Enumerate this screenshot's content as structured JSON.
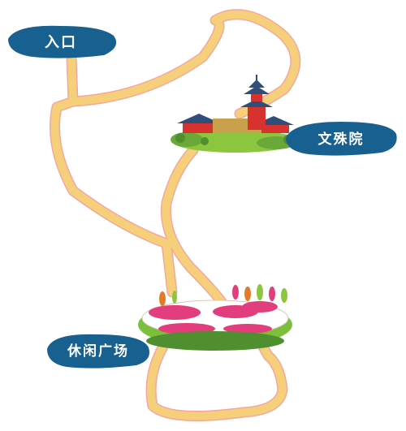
{
  "map": {
    "labels": {
      "entrance": "入口",
      "temple": "文殊院",
      "plaza": "休闲广场"
    },
    "icons": {
      "temple": "temple-pagoda-icon",
      "plaza": "garden-plaza-icon"
    },
    "colors": {
      "path_fill": "#f6cf7a",
      "path_edge": "#f2a8a0",
      "label_bg": "#17608f",
      "label_text": "#ffffff",
      "grass": "#8cc63f",
      "flower_pink": "#e23d7c",
      "temple_roof": "#2f4f7a",
      "temple_wall": "#d8322e"
    }
  }
}
